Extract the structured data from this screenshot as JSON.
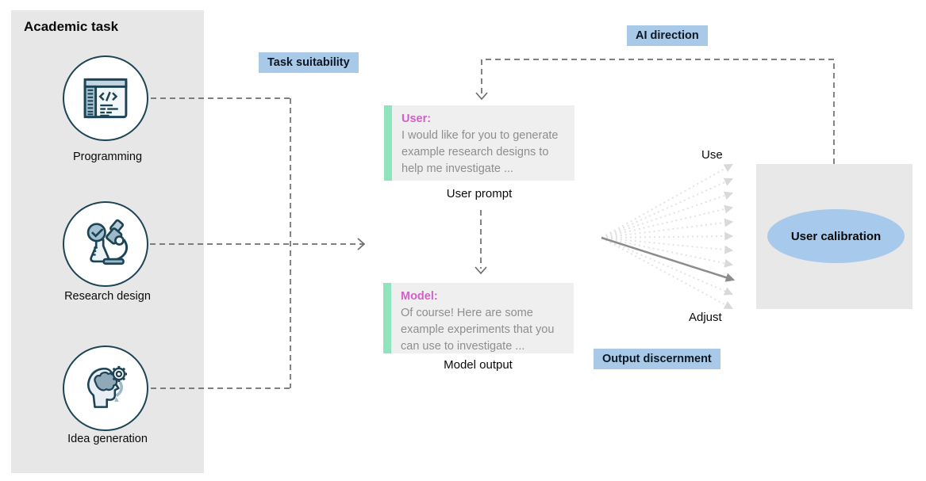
{
  "panel": {
    "title": "Academic task",
    "items": [
      {
        "label": "Programming",
        "icon": "code-window-icon"
      },
      {
        "label": "Research design",
        "icon": "microscope-icon"
      },
      {
        "label": "Idea generation",
        "icon": "brain-gear-icon"
      }
    ]
  },
  "labels": {
    "task_suitability": "Task suitability",
    "ai_direction": "AI direction",
    "output_discernment": "Output discernment"
  },
  "chat": {
    "user": {
      "speaker": "User:",
      "lines": [
        "I would like for you to generate",
        "example research designs to",
        "help me investigate ..."
      ],
      "caption": "User prompt"
    },
    "model": {
      "speaker": "Model:",
      "lines": [
        "Of course! Here are some",
        "example experiments that you",
        "can use to investigate ..."
      ],
      "caption": "Model output"
    }
  },
  "fan": {
    "top_label": "Use",
    "bottom_label": "Adjust"
  },
  "calibration": {
    "label": "User calibration"
  },
  "colors": {
    "accent_blue": "#a9c9e9",
    "ellipse_blue": "#a6c9ec",
    "mint_green": "#8fe3bd",
    "speaker_pink": "#d35fc9",
    "panel_gray": "#e7e7e7",
    "chat_gray": "#efefef",
    "calib_gray": "#e8e8e8",
    "dashed_line_gray": "#6e6e6e",
    "solid_arrow_gray": "#8c8c8c",
    "faint_arrow_gray": "#e0e0e0",
    "icon_navy": "#1d4456"
  }
}
